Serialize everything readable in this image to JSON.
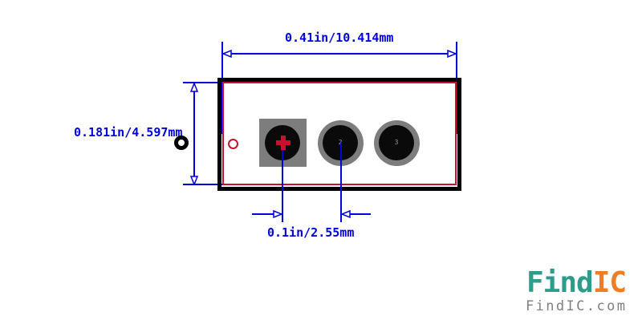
{
  "diagram": {
    "dimensions": {
      "width": {
        "label": "0.41in/10.414mm"
      },
      "height": {
        "label": "0.181in/4.597mm"
      },
      "pitch": {
        "label": "0.1in/2.55mm"
      }
    },
    "pads": [
      {
        "number": "",
        "marker": "plus-cross"
      },
      {
        "number": "2"
      },
      {
        "number": "3"
      }
    ],
    "colors": {
      "dimension_blue": "#0000DD",
      "outline_black": "#000000",
      "silkscreen_red": "#C8102E",
      "pad_gray": "#7D7D7D",
      "hole_black": "#0A0A0A"
    }
  },
  "logo": {
    "brand_find": "Find",
    "brand_ic": "IC",
    "website": "FindIC.com",
    "colors": {
      "teal": "#2E9C8B",
      "orange": "#EF7D23",
      "gray": "#7F7F7F"
    }
  }
}
